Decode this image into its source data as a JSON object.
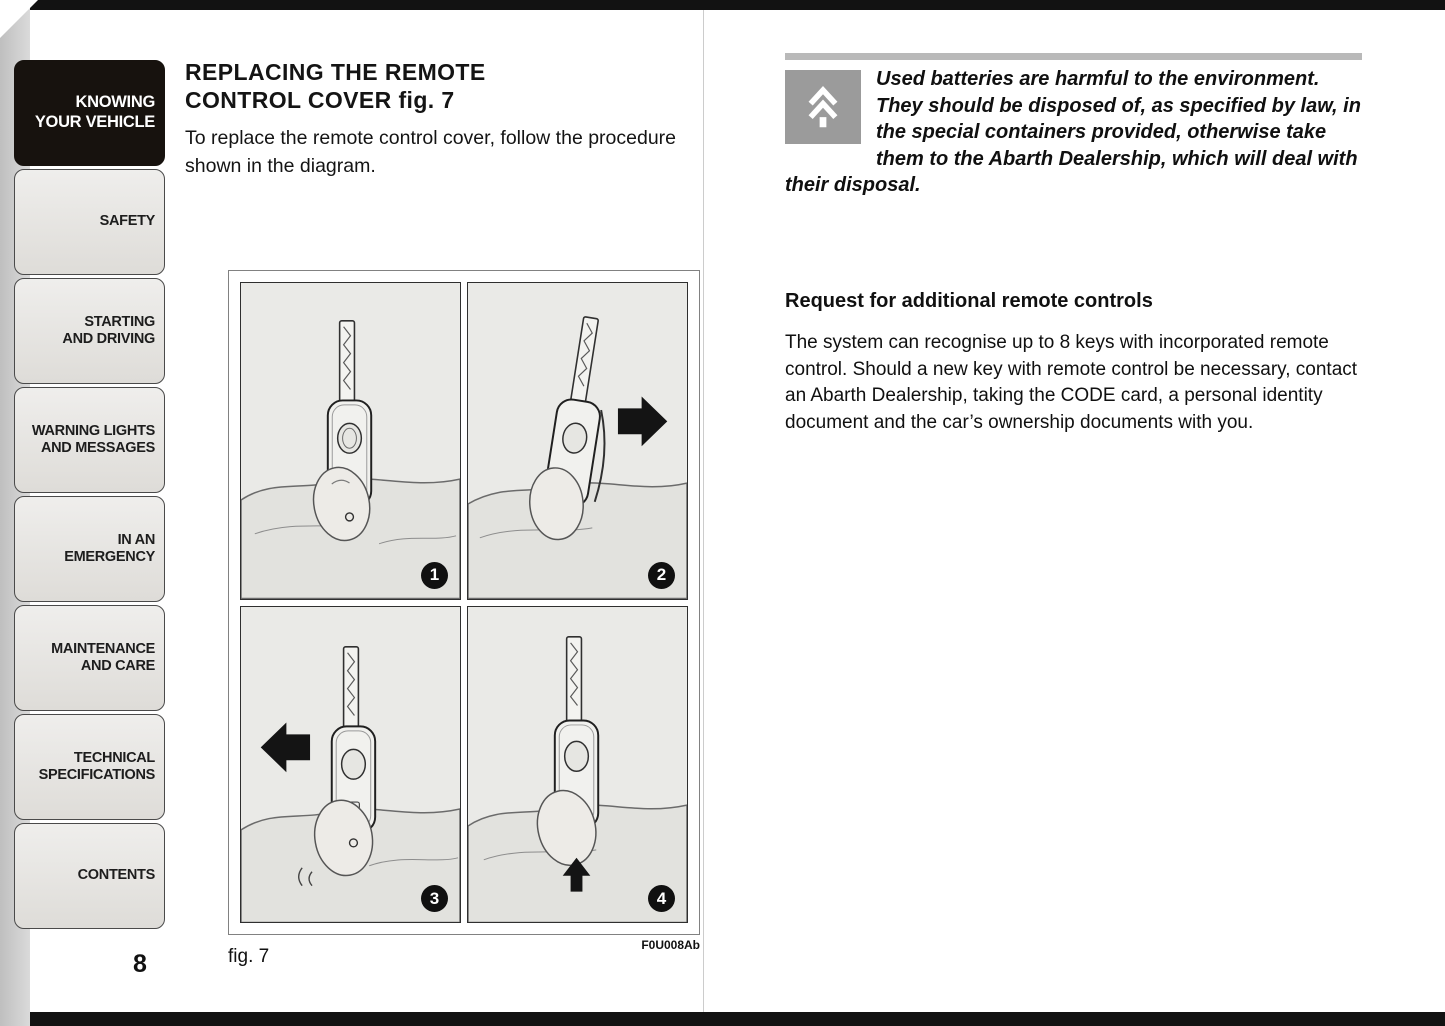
{
  "page": {
    "number": "8"
  },
  "sidebar": {
    "items": [
      {
        "label": "KNOWING\nYOUR VEHICLE",
        "active": true
      },
      {
        "label": "SAFETY",
        "active": false
      },
      {
        "label": "STARTING\nAND DRIVING",
        "active": false
      },
      {
        "label": "WARNING LIGHTS\nAND MESSAGES",
        "active": false
      },
      {
        "label": "IN AN\nEMERGENCY",
        "active": false
      },
      {
        "label": "MAINTENANCE\nAND CARE",
        "active": false
      },
      {
        "label": "TECHNICAL\nSPECIFICATIONS",
        "active": false
      },
      {
        "label": "CONTENTS",
        "active": false
      }
    ]
  },
  "left_column": {
    "heading": "REPLACING THE REMOTE\nCONTROL COVER fig. 7",
    "intro": "To replace the remote control cover, follow the procedure shown in the diagram.",
    "figure": {
      "caption": "fig. 7",
      "code": "F0U008Ab",
      "steps": [
        "1",
        "2",
        "3",
        "4"
      ]
    }
  },
  "right_column": {
    "warning_icon": "fir-tree-disposal-icon",
    "warning_text": "Used batteries are harmful to the environment. They should be disposed of, as specified by law, in the special containers provided, otherwise take them to the Abarth Dealership, which will deal with their disposal.",
    "section_heading": "Request for additional remote controls",
    "section_body": "The system can recognise up to 8 keys with incorporated remote control. Should a new key with remote control be necessary, contact an Abarth Dealership, taking the CODE card, a personal identity document and the car’s ownership documents with you."
  },
  "colors": {
    "tab_active_bg": "#17120e",
    "tab_bg": "#e8e6e2",
    "bar_black": "#121212",
    "panel_bg": "#eaeae7",
    "warning_icon_bg": "#9b9b9b"
  }
}
